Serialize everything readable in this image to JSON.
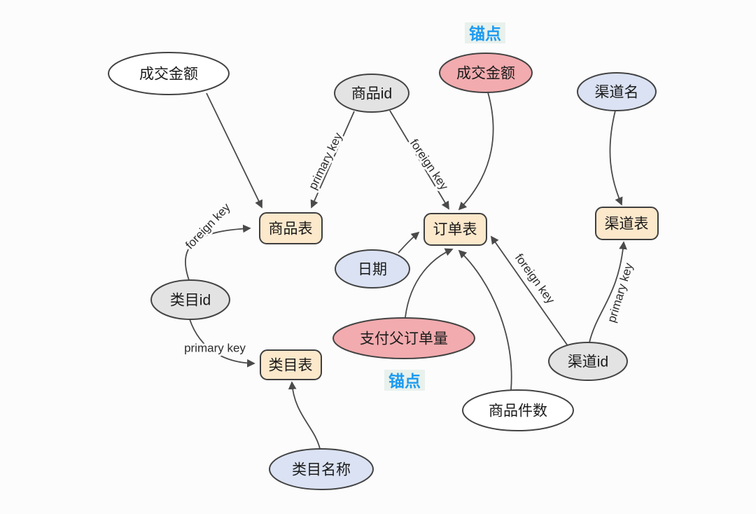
{
  "colors": {
    "stroke": "#4a4a4a",
    "node_fill_white": "#ffffff",
    "node_fill_gray": "#e3e3e3",
    "node_fill_pink": "#f2abae",
    "node_fill_lavender": "#dae2f3",
    "node_fill_tan": "#fce8cb",
    "anchor_text": "#1d9bf0",
    "anchor_bg": "#e9f1ec"
  },
  "nodes": [
    {
      "id": "deal-amount",
      "label": "成交金额",
      "shape": "ellipse",
      "fill": "white"
    },
    {
      "id": "product-id",
      "label": "商品id",
      "shape": "ellipse",
      "fill": "gray"
    },
    {
      "id": "deal-amount-anchor",
      "label": "成交金额",
      "shape": "ellipse",
      "fill": "pink"
    },
    {
      "id": "channel-name",
      "label": "渠道名",
      "shape": "ellipse",
      "fill": "lavender"
    },
    {
      "id": "product-table",
      "label": "商品表",
      "shape": "rect",
      "fill": "tan"
    },
    {
      "id": "order-table",
      "label": "订单表",
      "shape": "rect",
      "fill": "tan"
    },
    {
      "id": "channel-table",
      "label": "渠道表",
      "shape": "rect",
      "fill": "tan"
    },
    {
      "id": "date",
      "label": "日期",
      "shape": "ellipse",
      "fill": "lavender"
    },
    {
      "id": "category-id",
      "label": "类目id",
      "shape": "ellipse",
      "fill": "gray"
    },
    {
      "id": "paid-parent-orders",
      "label": "支付父订单量",
      "shape": "ellipse",
      "fill": "pink"
    },
    {
      "id": "category-table",
      "label": "类目表",
      "shape": "rect",
      "fill": "tan"
    },
    {
      "id": "channel-id",
      "label": "渠道id",
      "shape": "ellipse",
      "fill": "gray"
    },
    {
      "id": "product-quantity",
      "label": "商品件数",
      "shape": "ellipse",
      "fill": "white"
    },
    {
      "id": "category-name",
      "label": "类目名称",
      "shape": "ellipse",
      "fill": "lavender"
    }
  ],
  "anchors": [
    {
      "label": "锚点",
      "attached_to": "成交金额"
    },
    {
      "label": "锚点",
      "attached_to": "支付父订单量"
    }
  ],
  "edges": [
    {
      "from": "成交金额",
      "to": "商品表",
      "label": ""
    },
    {
      "from": "商品id",
      "to": "商品表",
      "label": "primary key"
    },
    {
      "from": "商品id",
      "to": "订单表",
      "label": "foreign key"
    },
    {
      "from": "成交金额(锚点)",
      "to": "订单表",
      "label": ""
    },
    {
      "from": "渠道名",
      "to": "渠道表",
      "label": ""
    },
    {
      "from": "日期",
      "to": "订单表",
      "label": ""
    },
    {
      "from": "支付父订单量",
      "to": "订单表",
      "label": ""
    },
    {
      "from": "商品件数",
      "to": "订单表",
      "label": ""
    },
    {
      "from": "渠道id",
      "to": "订单表",
      "label": "foreign key"
    },
    {
      "from": "渠道id",
      "to": "渠道表",
      "label": "primary key"
    },
    {
      "from": "类目id",
      "to": "商品表",
      "label": "foreign key"
    },
    {
      "from": "类目id",
      "to": "类目表",
      "label": "primary key"
    },
    {
      "from": "类目名称",
      "to": "类目表",
      "label": ""
    }
  ]
}
